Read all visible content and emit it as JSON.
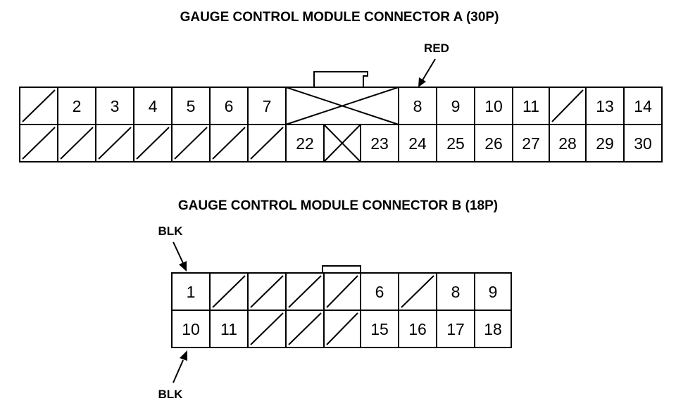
{
  "connector_a": {
    "title": "GAUGE CONTROL MODULE CONNECTOR A (30P)",
    "callout": "RED",
    "top_row": [
      "",
      "2",
      "3",
      "4",
      "5",
      "6",
      "7",
      "8",
      "9",
      "10",
      "11",
      "",
      "13",
      "14"
    ],
    "bottom_row": [
      "",
      "",
      "",
      "",
      "",
      "",
      "",
      "22",
      "",
      "23",
      "24",
      "25",
      "26",
      "27",
      "28",
      "29",
      "30"
    ]
  },
  "connector_b": {
    "title": "GAUGE CONTROL MODULE CONNECTOR B (18P)",
    "callout_top": "BLK",
    "callout_bottom": "BLK",
    "top_row": [
      "1",
      "",
      "",
      "",
      "",
      "6",
      "",
      "8",
      "9"
    ],
    "bottom_row": [
      "10",
      "11",
      "",
      "",
      "",
      "15",
      "16",
      "17",
      "18"
    ]
  }
}
